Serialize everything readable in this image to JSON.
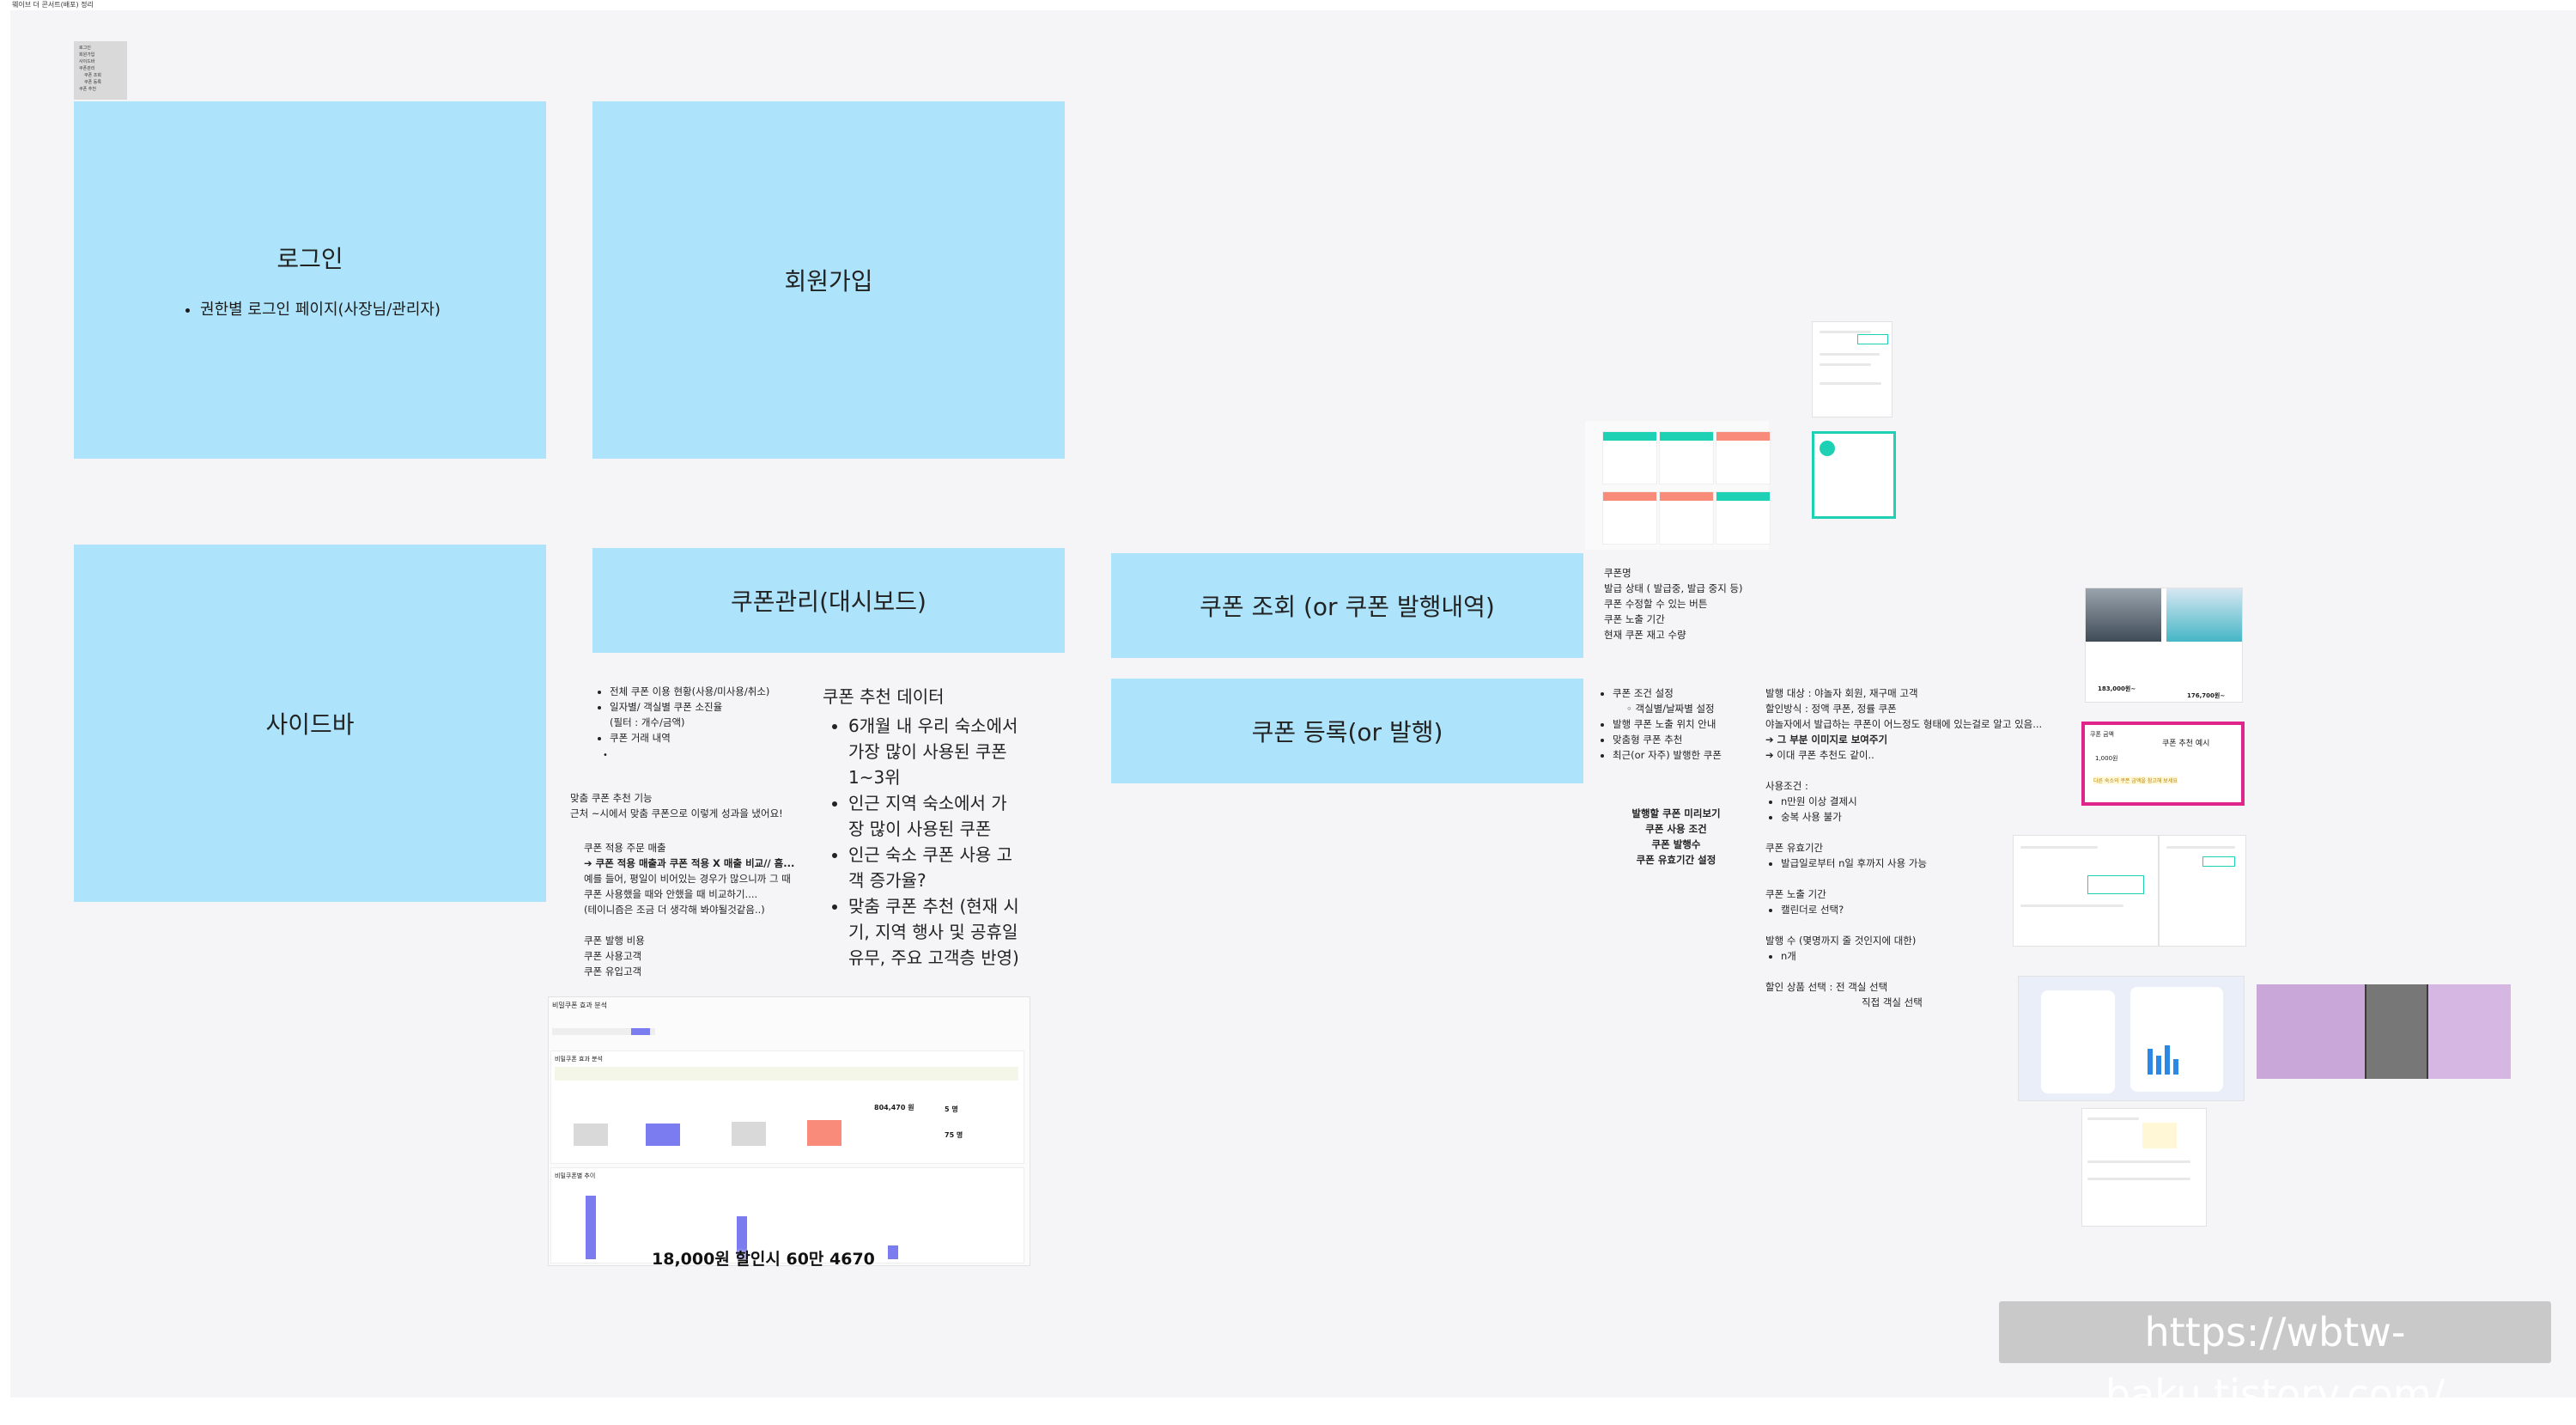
{
  "window_title": "웨이브 더 콘서트(배포) 정리",
  "toc": {
    "items": [
      "로그인",
      "회원가입",
      "사이드바",
      "쿠폰관리",
      "쿠폰 조회",
      "쿠폰 등록",
      "쿠폰 추천"
    ]
  },
  "cards": {
    "login": {
      "title": "로그인",
      "bullet": "권한별 로그인 페이지(사장님/관리자)"
    },
    "signup": {
      "title": "회원가입"
    },
    "sidebar": {
      "title": "사이드바"
    },
    "dashboard": {
      "title": "쿠폰관리(대시보드)"
    },
    "coupon_list": {
      "title": "쿠폰 조회 (or 쿠폰 발행내역)"
    },
    "coupon_register": {
      "title": "쿠폰 등록(or 발행)"
    }
  },
  "dashboard_notes": {
    "bullets": [
      "전체 쿠폰 이용 현황(사용/미사용/취소)",
      "일자별/ 객실별 쿠폰 소진율",
      "(필터 : 개수/금액)",
      "쿠폰 거래 내역"
    ],
    "para1_title": "맞춤 쿠폰 추천 기능",
    "para1_text": "근처 ~시에서 맞춤 쿠폰으로 이렇게 성과을 냈어요!",
    "para2_lines": [
      "쿠폰 적용 주문 매출",
      "➔ 쿠폰 적용 매출과 쿠폰 적용 X 매출 비교// 흠...",
      "예를 들어, 평일이 비어있는 경우가 많으니까 그 때",
      "쿠폰 사용했을 때와 안했을 때 비교하기....",
      "(테이니즘은 조금 더 생각해 봐야될것같음..)"
    ],
    "para3_lines": [
      "쿠폰 발행 비용",
      "쿠폰 사용고객",
      "쿠폰 유입고객"
    ]
  },
  "recommend": {
    "title": "쿠폰 추천 데이터",
    "bullets": [
      "6개월 내 우리 숙소에서 가장 많이 사용된 쿠폰 1~3위",
      "인근 지역 숙소에서 가장 많이 사용된 쿠폰",
      "인근 숙소 쿠폰 사용 고객 증가율?",
      "맞춤 쿠폰 추천 (현재 시기, 지역 행사 및 공휴일 유무, 주요 고객층 반영)"
    ]
  },
  "coupon_list_notes": {
    "lines": [
      "쿠폰명",
      "발급 상태 ( 발급중, 발급 중지 등)",
      "쿠폰 수정할 수 있는 버튼",
      "쿠폰 노출 기간",
      "현재 쿠폰 재고 수량"
    ]
  },
  "coupon_register_notes": {
    "bullets": [
      "쿠폰 조건 설정",
      "발행 쿠폰 노출 위치 안내",
      "맞춤형 쿠폰 추천",
      "최근(or 자주) 발행한 쿠폰"
    ],
    "sub_bullet": "객실별/날짜별 설정",
    "bold_lines": [
      "발행할 쿠폰 미리보기",
      "쿠폰 사용 조건",
      "쿠폰 발행수",
      "쿠폰 유효기간 설정"
    ]
  },
  "register_detail": {
    "lines1": [
      "발행 대상 : 야놀자 회원, 재구매 고객",
      "할인방식 : 정액 쿠폰, 정률 쿠폰",
      "야놀자에서 발급하는 쿠폰이 어느정도 형태에 있는걸로 알고 있음...",
      "➔ 그 부분 이미지로 보여주기",
      "➔ 이대 쿠폰 추천도 같이.."
    ],
    "cond_title": "사용조건 :",
    "cond_bullets": [
      "n만원 이상 결제시",
      "숭복 사용 불가"
    ],
    "valid_title": "쿠폰 유효기간",
    "valid_bullets": [
      "발급일로부터 n일 후까지 사용 가능"
    ],
    "expose_title": "쿠폰 노출 기간",
    "expose_bullets": [
      "캘린더로 선택?"
    ],
    "count_title": "발행 수 (몇명까지 줄 것인지에 대한)",
    "count_bullets": [
      "n개"
    ],
    "target_title": "할인 상품 선택 : 전 객실 선택",
    "target_sub": "직접 객실 선택"
  },
  "mock_dashboard": {
    "title": "비밀쿠폰 효과 분석",
    "section1": "비밀쿠폰 효과 분석",
    "section2": "비밀쿠폰별 추이",
    "big_values": [
      "804,470 원",
      "5 명",
      "75 명"
    ],
    "caption": "18,000원 할인시 60만 4670"
  },
  "mock_register": {
    "header": "쿠폰 금액",
    "example_label": "쿠폰 추천 예시",
    "value": "1,000원",
    "hint": "다른 숙소의 쿠폰 금액을 참고해 보세요",
    "price1": "183,000원~",
    "price2": "176,700원~"
  },
  "url_text": "https://wbtw-baku.tistory.com/",
  "colors": {
    "card": "#aee4fb",
    "bar_accent": "#7b7cf0",
    "bar_orange": "#f98b7b",
    "teal": "#1fd1b4",
    "pink": "#e0268a"
  }
}
